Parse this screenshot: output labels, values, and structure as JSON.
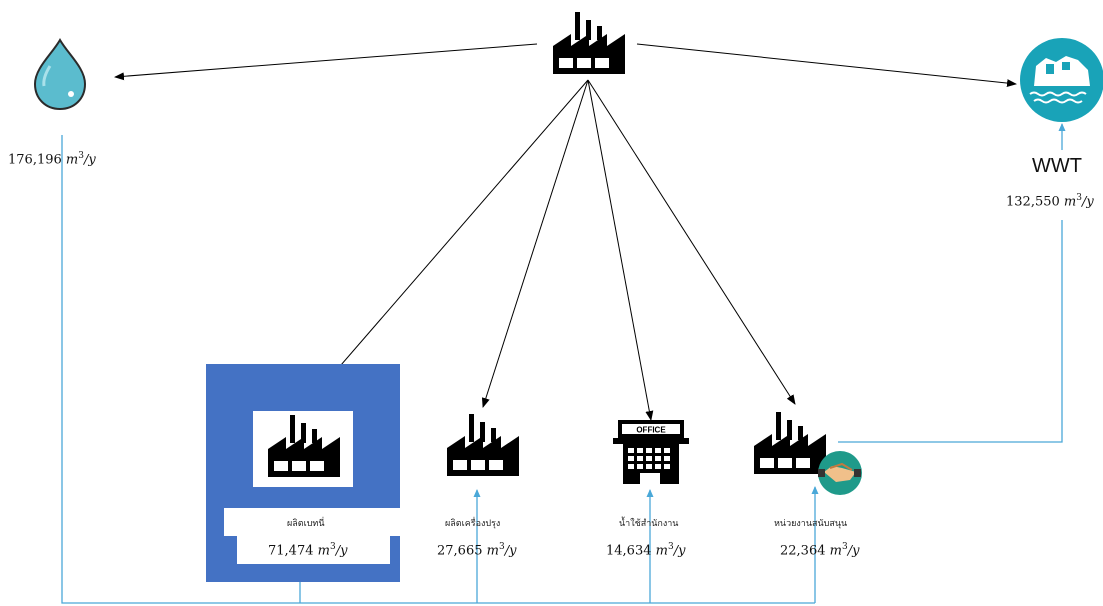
{
  "colors": {
    "line": "#4aa8d8",
    "arrow": "#000000",
    "panel": "#4472c4",
    "water": "#5bbcce",
    "wwt": "#19a3b8",
    "handshake": "#1f9a8a"
  },
  "water_source": {
    "icon": "water-drop-icon",
    "value_number": "176,196",
    "value_unit": "m",
    "value_exp": "3",
    "value_per": "/y"
  },
  "wwt": {
    "icon": "wastewater-treatment-icon",
    "label": "WWT",
    "value_number": "132,550",
    "value_unit": "m",
    "value_exp": "3",
    "value_per": "/y"
  },
  "main_factory": {
    "icon": "factory-icon"
  },
  "units": [
    {
      "icon": "factory-icon",
      "label": "ผลิตเบทนี่",
      "value_number": "71,474",
      "value_unit": "m",
      "value_exp": "3",
      "value_per": "/y"
    },
    {
      "icon": "factory-icon",
      "label": "ผลิตเครื่องปรุง",
      "value_number": "27,665",
      "value_unit": "m",
      "value_exp": "3",
      "value_per": "/y"
    },
    {
      "icon": "office-building-icon",
      "office_sign": "OFFICE",
      "label": "น้ำใช้สำนักงาน",
      "value_number": "14,634",
      "value_unit": "m",
      "value_exp": "3",
      "value_per": "/y"
    },
    {
      "icon": "factory-handshake-icon",
      "label": "หน่วยงานสนับสนุน",
      "value_number": "22,364",
      "value_unit": "m",
      "value_exp": "3",
      "value_per": "/y"
    }
  ]
}
